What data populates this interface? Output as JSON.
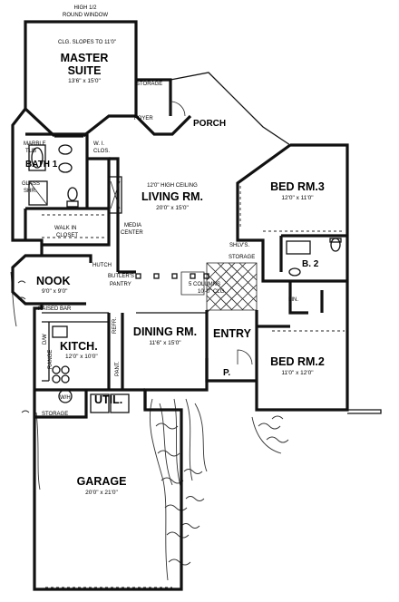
{
  "plan": {
    "window_note": {
      "line1": "HIGH 1/2",
      "line2": "ROUND WINDOW"
    },
    "rooms": {
      "master_suite": {
        "line1": "MASTER",
        "line2": "SUITE",
        "dim": "13'6\" x 15'0\"",
        "note": "CLG. SLOPES TO 11'0\""
      },
      "bath1": {
        "name": "BATH 1"
      },
      "marble_tub": {
        "line1": "MARBLE",
        "line2": "TUB"
      },
      "glass_shr": {
        "line1": "GLASS",
        "line2": "SHR."
      },
      "wi_clos": {
        "line1": "W. I.",
        "line2": "CLOS."
      },
      "walk_in_closet": {
        "line1": "WALK IN",
        "line2": "CLOSET"
      },
      "storage_top": {
        "name": "STORAGE"
      },
      "foyer": {
        "name": "FOYER"
      },
      "porch": {
        "name": "PORCH"
      },
      "living": {
        "name": "LIVING RM.",
        "dim": "20'0\" x 15'0\"",
        "note": "12'0\" HIGH CEILING"
      },
      "media_center": {
        "line1": "MEDIA",
        "line2": "CENTER"
      },
      "bed3": {
        "name": "BED RM.3",
        "dim": "12'0\" x 11'0\""
      },
      "shlvs_storage": {
        "line1": "SHLV'S.",
        "line2": "STORAGE"
      },
      "b2": {
        "name": "B. 2"
      },
      "lin": {
        "name": "LIN."
      },
      "nook": {
        "name": "NOOK",
        "dim": "9'0\" x 9'0\""
      },
      "hutch": {
        "name": "HUTCH"
      },
      "butlers_pantry": {
        "line1": "BUTLER'S",
        "line2": "PANTRY"
      },
      "columns": {
        "line1": "5 COLUMNS",
        "line2": "10'-0\" CLG."
      },
      "raised_bar": {
        "name": "RAISED BAR"
      },
      "kitch": {
        "name": "KITCH.",
        "dim": "12'0\" x 10'0\""
      },
      "range": {
        "name": "RANGE"
      },
      "refr": {
        "name": "REFR."
      },
      "pantry": {
        "name": "PANT."
      },
      "dw": {
        "name": "D/W"
      },
      "dining": {
        "name": "DINING RM.",
        "dim": "11'6\" x 15'0\""
      },
      "entry": {
        "name": "ENTRY"
      },
      "p": {
        "name": "P."
      },
      "bed2": {
        "name": "BED RM.2",
        "dim": "11'0\" x 12'0\""
      },
      "wh": {
        "name": "W/H"
      },
      "util": {
        "name": "UTIL."
      },
      "storage_garage": {
        "name": "STORAGE"
      },
      "garage": {
        "name": "GARAGE",
        "dim": "20'0\" x 21'0\""
      }
    }
  }
}
